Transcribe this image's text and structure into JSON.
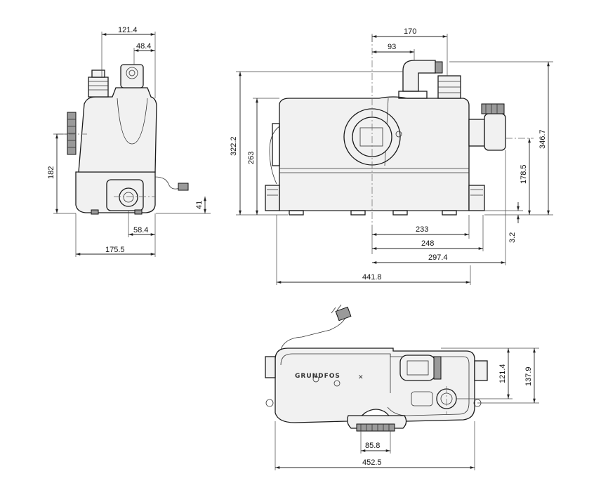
{
  "dimensions": {
    "side_top_width": "121.4",
    "side_outlet_offset": "48.4",
    "side_height": "182",
    "side_inlet_height": "41",
    "side_inlet_offset": "58.4",
    "side_base_depth": "175.5",
    "front_outlet_1": "170",
    "front_outlet_2": "93",
    "front_height_overall": "322.2",
    "front_height_body": "263",
    "front_height_right": "346.7",
    "front_inlet_height": "178.5",
    "front_base_offset": "3.2",
    "front_width_1": "233",
    "front_width_2": "248",
    "front_width_3": "297.4",
    "front_width_total": "441.8",
    "top_inlet_spacing": "121.4",
    "top_depth": "137.9",
    "top_bottom_inlet": "85.8",
    "top_width_total": "452.5"
  },
  "brand": "GRUNDFOS"
}
